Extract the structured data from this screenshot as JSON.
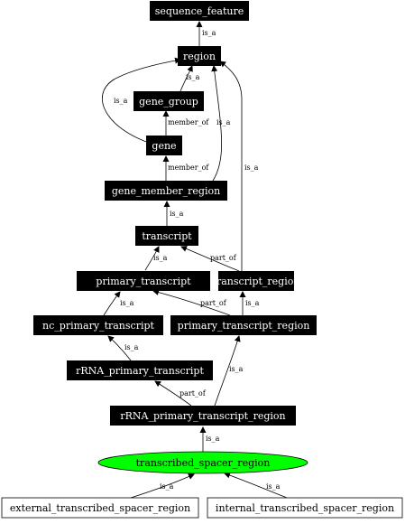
{
  "colors": {
    "node_fill_dark": "#000000",
    "node_text_dark": "#ffffff",
    "highlight_fill": "#00ff00",
    "highlight_text": "#000000",
    "outline_fill": "#ffffff",
    "outline_text": "#000000",
    "edge": "#000000"
  },
  "nodes": {
    "sequence_feature": "sequence_feature",
    "region": "region",
    "gene_group": "gene_group",
    "gene": "gene",
    "gene_member_region": "gene_member_region",
    "transcript": "transcript",
    "primary_transcript": "primary_transcript",
    "transcript_region": "transcript_region",
    "nc_primary_transcript": "nc_primary_transcript",
    "primary_transcript_region": "primary_transcript_region",
    "rRNA_primary_transcript": "rRNA_primary_transcript",
    "rRNA_primary_transcript_region": "rRNA_primary_transcript_region",
    "transcribed_spacer_region": "transcribed_spacer_region",
    "external_transcribed_spacer_region": "external_transcribed_spacer_region",
    "internal_transcribed_spacer_region": "internal_transcribed_spacer_region"
  },
  "edges": {
    "region_to_sequence_feature": "is_a",
    "gene_group_to_region": "is_a",
    "gene_to_region": "is_a",
    "gene_to_gene_group": "member_of",
    "gene_member_region_to_region": "is_a",
    "gene_member_region_to_gene": "member_of",
    "transcript_to_gene_member_region": "is_a",
    "transcript_region_to_region": "is_a",
    "primary_transcript_to_transcript": "is_a",
    "transcript_region_to_transcript": "part_of",
    "nc_primary_transcript_to_primary_transcript": "is_a",
    "primary_transcript_region_to_primary_transcript": "part_of",
    "primary_transcript_region_to_transcript_region": "is_a",
    "rRNA_primary_transcript_to_nc_primary_transcript": "is_a",
    "rRNA_primary_transcript_region_to_rRNA_primary_transcript": "part_of",
    "rRNA_primary_transcript_region_to_primary_transcript_region": "is_a",
    "transcribed_spacer_region_to_rRNA_primary_transcript_region": "is_a",
    "external_to_transcribed_spacer_region": "is_a",
    "internal_to_transcribed_spacer_region": "is_a"
  }
}
